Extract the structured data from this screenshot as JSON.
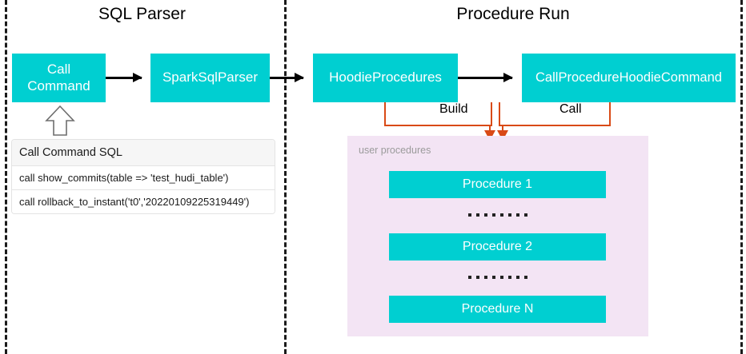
{
  "diagram": {
    "regions": [
      {
        "id": "sql-parser",
        "title": "SQL Parser"
      },
      {
        "id": "procedure-run",
        "title": "Procedure Run"
      }
    ],
    "nodes": {
      "call_command": "Call\nCommand",
      "call_command_line1": "Call",
      "call_command_line2": "Command",
      "spark_sql_parser": "SparkSqlParser",
      "hoodie_procedures": "HoodieProcedures",
      "call_procedure_hoodie_command": "CallProcedureHoodieCommand"
    },
    "edge_labels": {
      "build": "Build",
      "call": "Call"
    },
    "sql_table": {
      "header": "Call Command SQL",
      "rows": [
        "call show_commits(table => 'test_hudi_table')",
        "call rollback_to_instant('t0','20220109225319449')"
      ]
    },
    "procedures_panel": {
      "label": "user procedures",
      "items": [
        "Procedure 1",
        "Procedure 2",
        "Procedure N"
      ],
      "ellipsis_dot_count": 8
    },
    "colors": {
      "node_fill": "#00CFD1",
      "node_text": "#FFFFFF",
      "panel_fill": "#F3E4F4",
      "connector_orange": "#D94A16",
      "arrow_black": "#000000",
      "divider_dashed": "#1A1A1A",
      "table_header_fill": "#F6F6F6"
    }
  }
}
